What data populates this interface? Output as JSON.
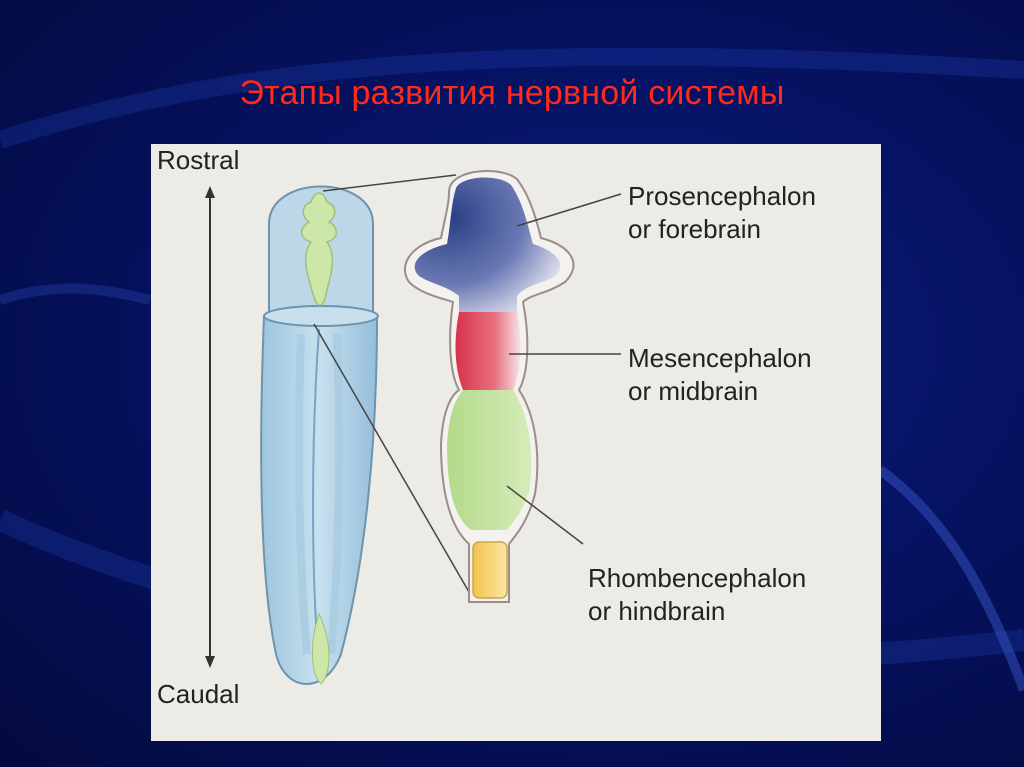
{
  "slide": {
    "title": "Этапы развития нервной системы"
  },
  "figure": {
    "axis": {
      "top_label": "Rostral",
      "bottom_label": "Caudal"
    },
    "labels": [
      {
        "line1": "Prosencephalon",
        "line2": "or forebrain",
        "color": "#2b3f86"
      },
      {
        "line1": "Mesencephalon",
        "line2": "or midbrain",
        "color": "#d8324a"
      },
      {
        "line1": "Rhombencephalon",
        "line2": "or hindbrain",
        "color": "#b9dc8c"
      }
    ]
  },
  "colors": {
    "title": "#ff2a1a",
    "background": "#061263",
    "figure_bg": "#ecebe6"
  }
}
